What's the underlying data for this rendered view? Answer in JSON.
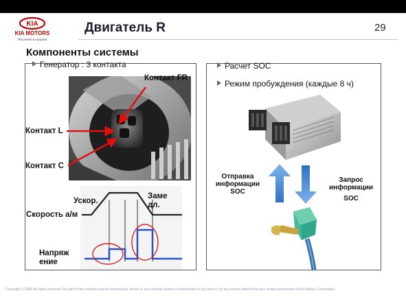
{
  "header": {
    "brand": "KIA MOTORS",
    "tagline": "The power to surprise",
    "title": "Двигатель R",
    "page_number": "29"
  },
  "section_title": "Компоненты системы",
  "left_panel": {
    "bullet": "Генератор : 3 контакта",
    "labels": {
      "contact_fr": "Контакт FR",
      "contact_l": "Контакт L",
      "contact_c": "Контакт C"
    },
    "diagram": {
      "accel": "Ускор.",
      "decel_line1": "Заме",
      "decel_line2": "дл.",
      "speed": "Скорость а/м",
      "voltage_line1": "Напряж",
      "voltage_line2": "ение"
    }
  },
  "right_panel": {
    "bullets": [
      "Расчет SOC",
      "Режим пробуждения (каждые  8 ч)"
    ],
    "send_label": [
      "Отправка",
      "информации",
      "SOC"
    ],
    "request_label": [
      "Запрос",
      "информации",
      "SOC"
    ]
  },
  "colors": {
    "top_bar": "#000000",
    "kia_red": "#c00000",
    "arrow_blue": "#3a86d8",
    "signal_red": "#d42020"
  },
  "footer": "Copyright © 2008 All rights reserved. No part of this material may be reproduced, stored in any retrieval system or transmitted in any form or by any means without the prior written permission of Kia Motors Corporation."
}
